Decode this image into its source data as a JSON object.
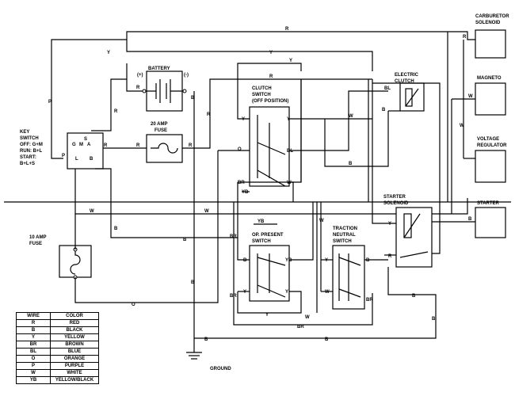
{
  "components": {
    "key_switch": [
      "KEY",
      "SWITCH",
      "OFF: G+M",
      "RUN: B+L",
      "START:",
      "B+L+S"
    ],
    "battery": "BATTERY",
    "battery_pos": "(+)",
    "battery_neg": "(-)",
    "fuse_20": [
      "20 AMP",
      "FUSE"
    ],
    "fuse_10": [
      "10 AMP",
      "FUSE"
    ],
    "clutch_switch": [
      "CLUTCH",
      "SWITCH",
      "(OFF POSITION)"
    ],
    "electric_clutch": [
      "ELECTRIC",
      "CLUTCH"
    ],
    "op_presence_switch": [
      "OP. PRESENT",
      "SWITCH"
    ],
    "traction_neutral_switch": [
      "TRACTION",
      "NEUTRAL",
      "SWITCH"
    ],
    "starter_solenoid": [
      "STARTER",
      "SOLENOID"
    ],
    "carburetor_solenoid": [
      "CARBURETOR",
      "SOLENOID"
    ],
    "magneto": "MAGNETO",
    "voltage_regulator": [
      "VOLTAGE",
      "REGULATOR"
    ],
    "starter": "STARTER",
    "ground": "GROUND"
  },
  "key_terminals": [
    "G",
    "M",
    "A",
    "S",
    "L",
    "B"
  ],
  "wire_letters": {
    "R": "R",
    "Y": "Y",
    "P": "P",
    "W": "W",
    "B": "B",
    "O": "O",
    "BR": "BR",
    "BL": "BL",
    "YB": "YB"
  },
  "legend": {
    "headers": [
      "WIRE",
      "COLOR"
    ],
    "rows": [
      [
        "R",
        "RED"
      ],
      [
        "B",
        "BLACK"
      ],
      [
        "Y",
        "YELLOW"
      ],
      [
        "BR",
        "BROWN"
      ],
      [
        "BL",
        "BLUE"
      ],
      [
        "O",
        "ORANGE"
      ],
      [
        "P",
        "PURPLE"
      ],
      [
        "W",
        "WHITE"
      ],
      [
        "YB",
        "YELLOW/BLACK"
      ]
    ]
  }
}
